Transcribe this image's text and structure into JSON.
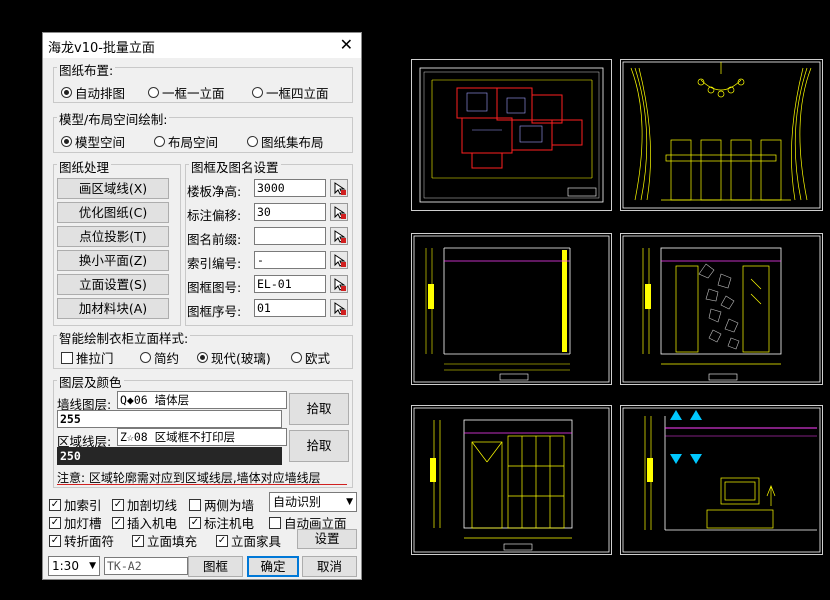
{
  "window": {
    "title": "海龙v10-批量立面",
    "close": "✕"
  },
  "layout_group": {
    "label": "图纸布置:",
    "options": [
      "自动排图",
      "一框一立面",
      "一框四立面"
    ],
    "selected": 0
  },
  "space_group": {
    "label": "模型/布局空间绘制:",
    "options": [
      "模型空间",
      "布局空间",
      "图纸集布局"
    ],
    "selected": 0
  },
  "process_group": {
    "label": "图纸处理",
    "buttons": [
      "画区域线(X)",
      "优化图纸(C)",
      "点位投影(T)",
      "换小平面(Z)",
      "立面设置(S)",
      "加材料块(A)"
    ]
  },
  "frame_group": {
    "label": "图框及图名设置",
    "fields": [
      {
        "label": "楼板净高:",
        "value": "3000"
      },
      {
        "label": "标注偏移:",
        "value": "30"
      },
      {
        "label": "图名前缀:",
        "value": ""
      },
      {
        "label": "索引编号:",
        "value": "-"
      },
      {
        "label": "图框图号:",
        "value": "EL-01"
      },
      {
        "label": "图框序号:",
        "value": "01"
      }
    ]
  },
  "wardrobe_group": {
    "label": "智能绘制衣柜立面样式:",
    "checkbox": "推拉门",
    "options": [
      "简约",
      "现代(玻璃)",
      "欧式"
    ],
    "selected": 1
  },
  "layer_group": {
    "label": "图层及颜色",
    "wall_label": "墙线图层:",
    "wall_value": "Q◆06 墙体层",
    "wall_color": "255",
    "region_label": "区域线层:",
    "region_value": "Z☆08 区域框不打印层",
    "region_color": "250",
    "pick_label": "拾取",
    "note": "注意: 区域轮廓需对应到区域线层,墙体对应墙线层"
  },
  "options": {
    "row1": [
      {
        "label": "加索引",
        "checked": true
      },
      {
        "label": "加剖切线",
        "checked": true
      },
      {
        "label": "两侧为墙",
        "checked": false
      }
    ],
    "row2": [
      {
        "label": "加灯槽",
        "checked": true
      },
      {
        "label": "插入机电",
        "checked": true
      },
      {
        "label": "标注机电",
        "checked": true
      },
      {
        "label": "自动画立面",
        "checked": false
      }
    ],
    "row3": [
      {
        "label": "转折面符",
        "checked": true
      },
      {
        "label": "立面填充",
        "checked": true
      },
      {
        "label": "立面家具",
        "checked": true
      }
    ],
    "recognize": "自动识别",
    "settings": "设置"
  },
  "footer": {
    "scale": "1:30",
    "frame_value": "TK-A2",
    "frame_btn": "图框",
    "ok": "确定",
    "cancel": "取消"
  },
  "colors": {
    "frame_line": "#ffffff",
    "cad_yellow": "#ffff00",
    "cad_red": "#ff2020",
    "cad_magenta": "#ff40ff",
    "cad_cyan": "#00c8ff"
  }
}
